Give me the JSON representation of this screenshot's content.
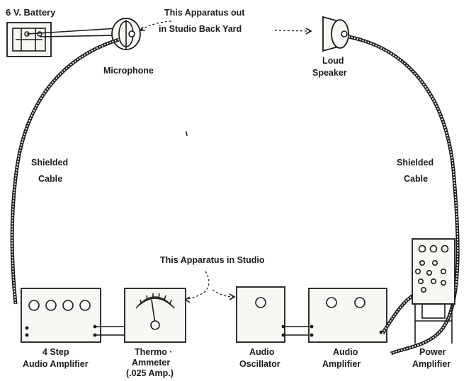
{
  "labels": {
    "battery": "6 V. Battery",
    "microphone": "Microphone",
    "apparatus_out_line1": "This Apparatus out",
    "apparatus_out_line2": "in Studio Back Yard",
    "loud_speaker_line1": "Loud",
    "loud_speaker_line2": "Speaker",
    "shielded_cable_left_line1": "Shielded",
    "shielded_cable_left_line2": "Cable",
    "shielded_cable_right_line1": "Shielded",
    "shielded_cable_right_line2": "Cable",
    "apparatus_in": "This Apparatus in  Studio",
    "four_step_line1": "4  Step",
    "four_step_line2": "Audio Amplifier",
    "thermo_line1": "Thermo ·",
    "thermo_line2": "Ammeter",
    "thermo_line3": "(.025 Amp.)",
    "audio_osc_line1": "Audio",
    "audio_osc_line2": "Oscillator",
    "audio_amp_line1": "Audio",
    "audio_amp_line2": "Amplifier",
    "power_amp_line1": "Power",
    "power_amp_line2": "Amplifier"
  }
}
